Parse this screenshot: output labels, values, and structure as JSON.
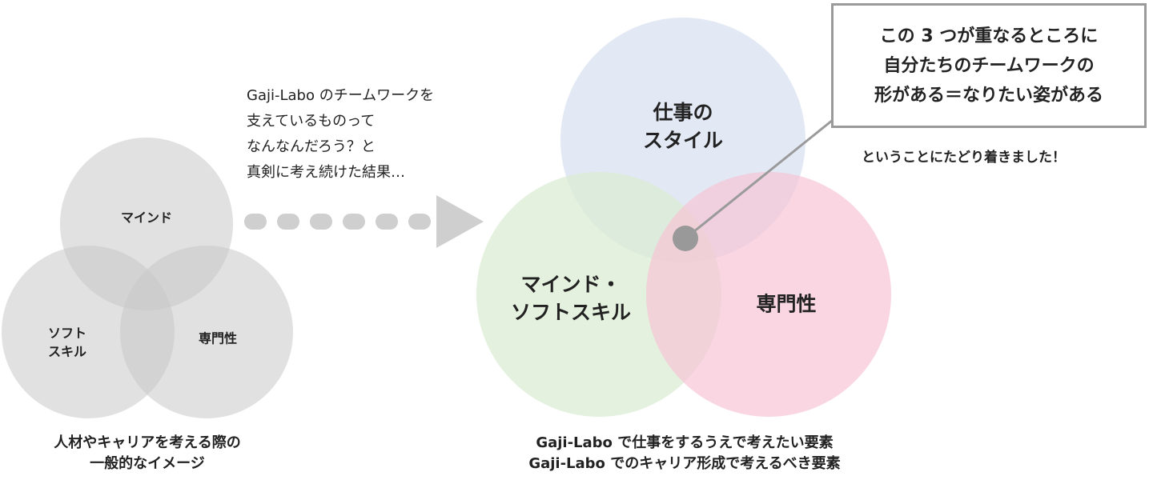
{
  "left_diagram": {
    "circle_mind": "マインド",
    "circle_soft": "ソフト\nスキル",
    "circle_expert": "専門性",
    "caption": "人材やキャリアを考える際の\n一般的なイメージ"
  },
  "question_text": "Gaji-Labo のチームワークを\n支えているものって\nなんなんだろう？と\n真剣に考え続けた結果…",
  "right_diagram": {
    "circle_style": "仕事の\nスタイル",
    "circle_mind_soft": "マインド・\nソフトスキル",
    "circle_expert": "専門性",
    "caption": "Gaji-Labo で仕事をするうえで考えたい要素\nGaji-Labo でのキャリア形成で考えるべき要素"
  },
  "callout": {
    "text": "この 3 つが重なるところに\n自分たちのチームワークの\n形がある＝なりたい姿がある",
    "sub_text": "ということにたどり着きました！"
  },
  "colors": {
    "gray_circle": "#c8c8c8",
    "style_circle": "#dfe6f3",
    "mind_circle": "#e1efdc",
    "expert_circle": "#f6cbd9",
    "arrow": "#cfcfcf",
    "dot": "#999999",
    "leader_line": "#9a9a9a"
  }
}
